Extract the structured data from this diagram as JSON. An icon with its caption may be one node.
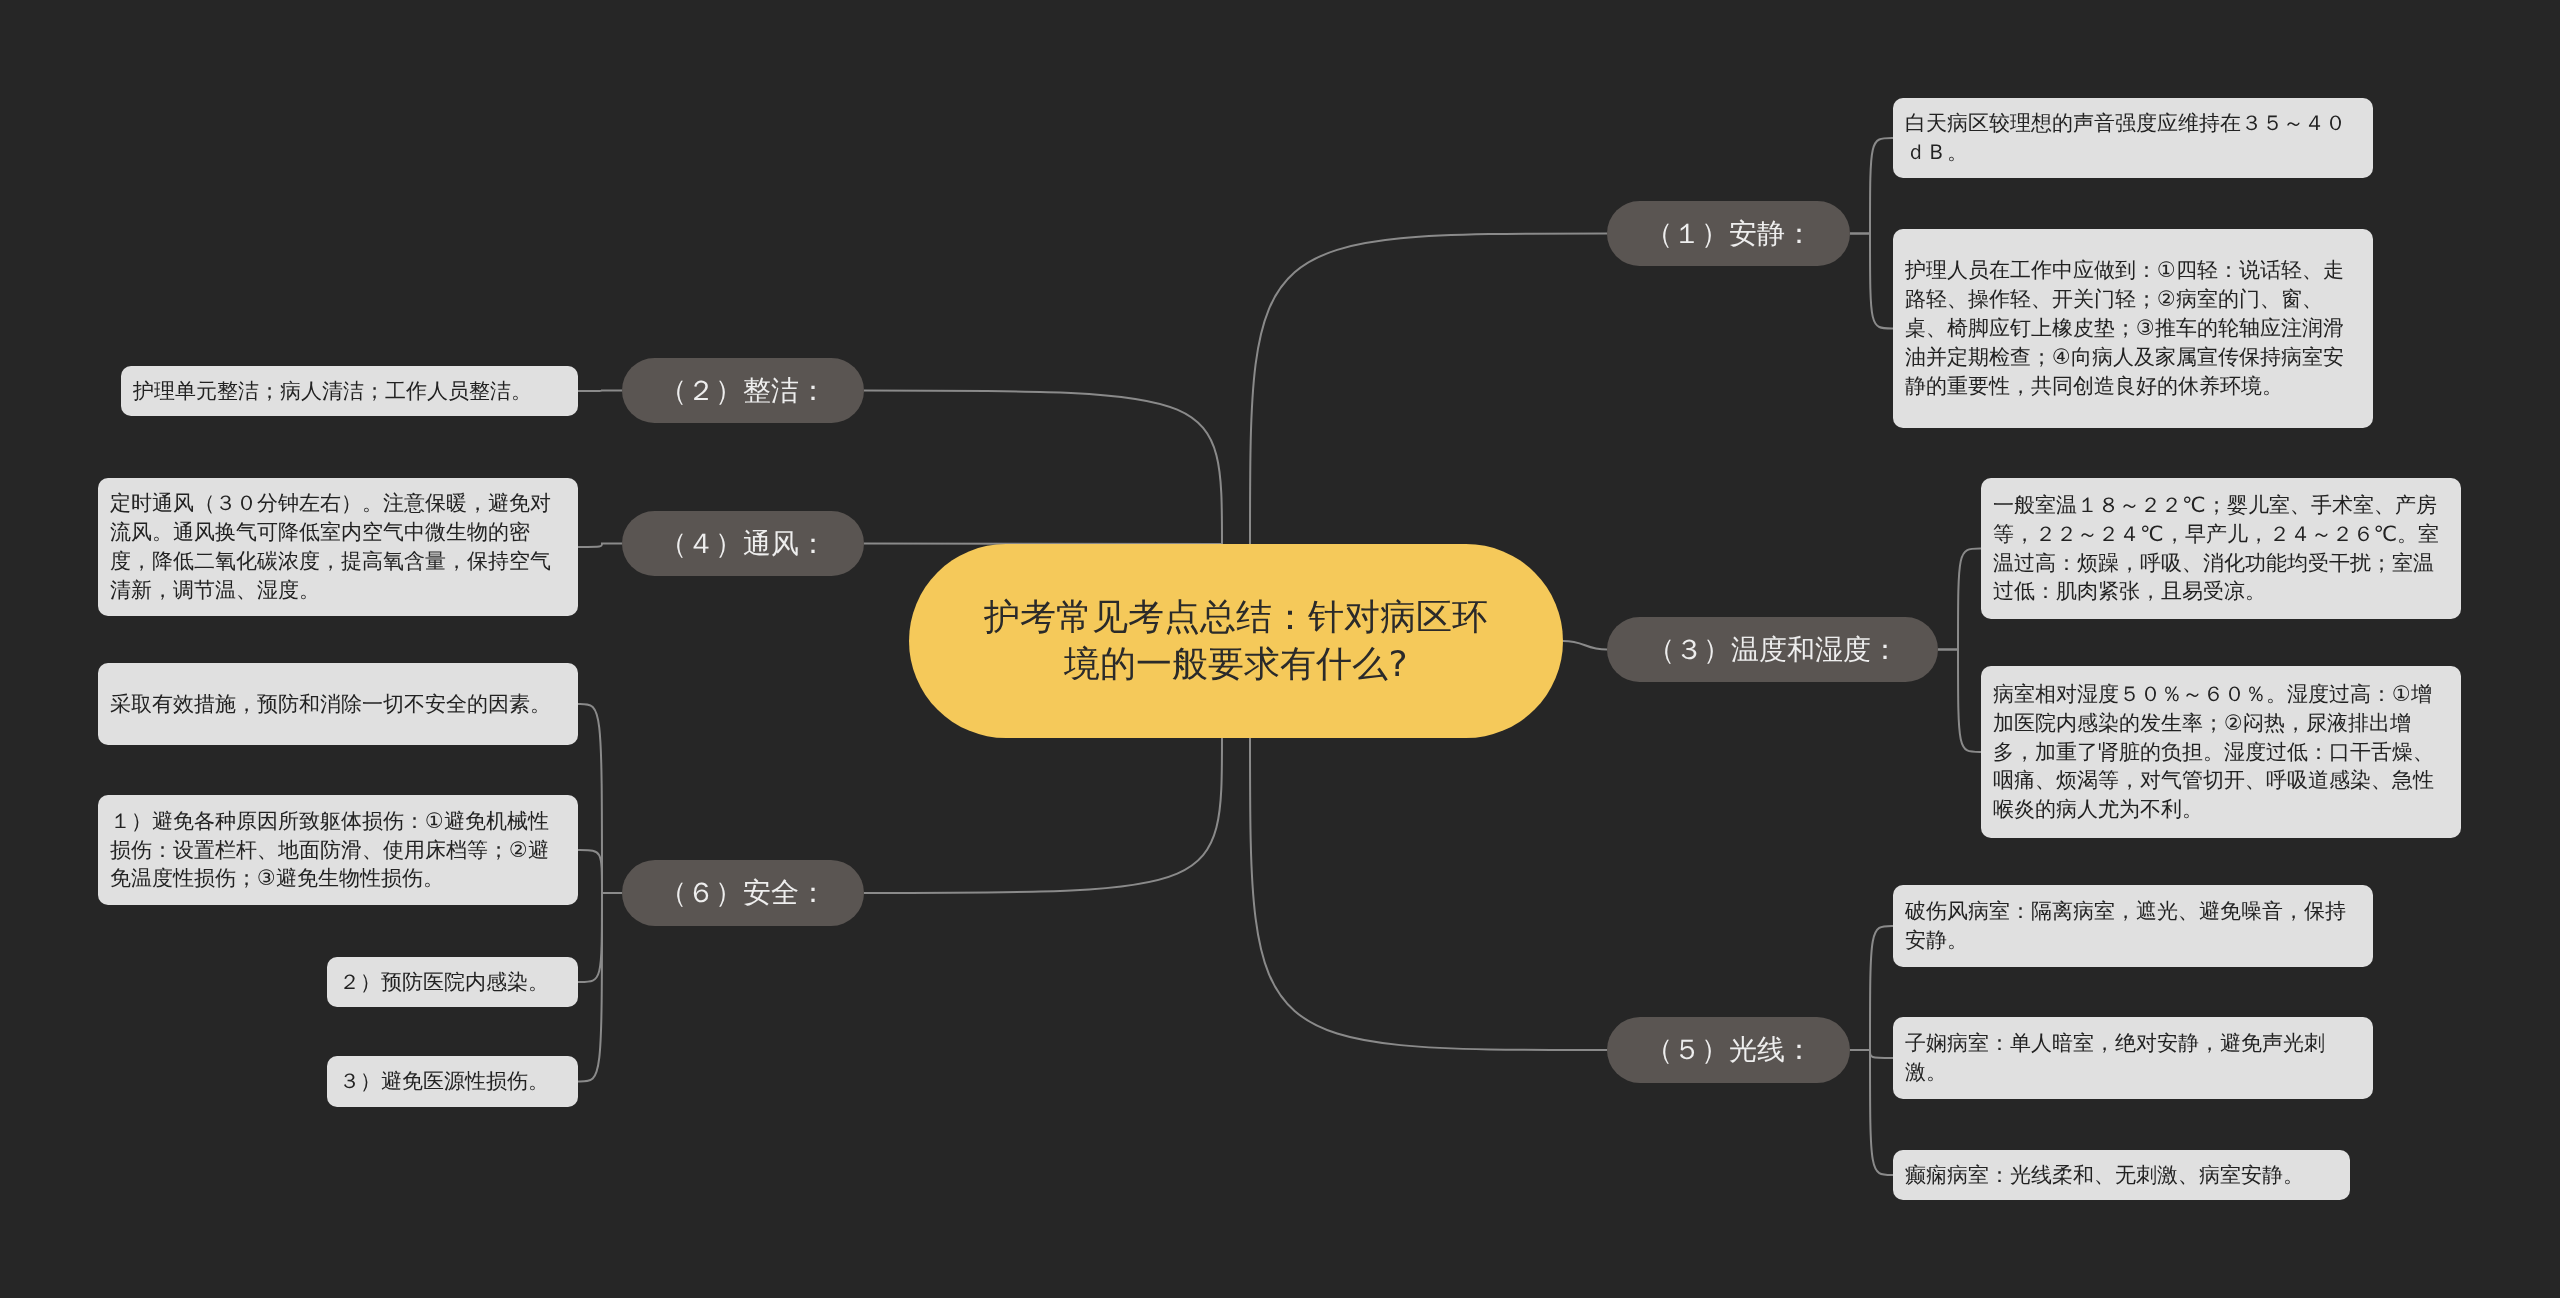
{
  "diagram": {
    "nodes": [
      {
        "text": [
          "护考常见考点总结：针对病区环境的一般要求有什么?"
        ]
      },
      {
        "text": [
          "（１）安静："
        ]
      },
      {
        "text": [
          "白天病区较理想的声音强度应维持在３５～４０ｄＢ。"
        ]
      },
      {
        "text": [
          "护理人员在工作中应做到：①四轻：说话轻、走路轻、操作轻、开关门轻；②病室的门、窗、桌、椅脚应钉上橡皮垫；③推车的轮轴应注润滑油并定期检查；④向病人及家属宣传保持病室安静的重要性，共同创造良好的休养环境。"
        ]
      },
      {
        "text": [
          "（２）整洁："
        ]
      },
      {
        "text": [
          "护理单元整洁；病人清洁；工作人员整洁。"
        ]
      },
      {
        "text": [
          "（３）温度和湿度："
        ]
      },
      {
        "text": [
          "一般室温１８～２２℃；婴儿室、手术室、产房等，２２～２４℃，早产儿，２４～２６℃。室温过高：烦躁，呼吸、消化功能均受干扰；室温过低：肌肉紧张，且易受凉。"
        ]
      },
      {
        "text": [
          "病室相对湿度５０％～６０％。湿度过高：①增加医院内感染的发生率；②闷热，尿液排出增多，加重了肾脏的负担。湿度过低：口干舌燥、咽痛、烦渴等，对气管切开、呼吸道感染、急性喉炎的病人尤为不利。"
        ]
      },
      {
        "text": [
          "（４）通风："
        ]
      },
      {
        "text": [
          "定时通风（３０分钟左右）。注意保暖，避免对流风。通风换气可降低室内空气中微生物的密度，降低二氧化碳浓度，提高氧含量，保持空气清新，调节温、湿度。"
        ]
      },
      {
        "text": [
          "（５）光线："
        ]
      },
      {
        "text": [
          "破伤风病室：隔离病室，遮光、避免噪音，保持安静。"
        ]
      },
      {
        "text": [
          "子娴病室：单人暗室，绝对安静，避免声光刺激。"
        ]
      },
      {
        "text": [
          "癫痫病室：光线柔和、无刺激、病室安静。"
        ]
      },
      {
        "text": [
          "（６）安全："
        ]
      },
      {
        "text": [
          "采取有效措施，预防和消除一切不安全的因素。"
        ]
      },
      {
        "text": [
          "１）避免各种原因所致躯体损伤：①避免机械性损伤：设置栏杆、地面防滑、使用床档等；②避免温度性损伤；③避免生物性损伤。"
        ]
      },
      {
        "text": [
          "２）预防医院内感染。"
        ]
      },
      {
        "text": [
          "３）避免医源性损伤。"
        ]
      }
    ],
    "edges": [
      {
        "from": 0,
        "to": 1,
        "arrow": "none"
      },
      {
        "from": 1,
        "to": 2,
        "arrow": "none"
      },
      {
        "from": 1,
        "to": 3,
        "arrow": "none"
      },
      {
        "from": 0,
        "to": 4,
        "arrow": "none"
      },
      {
        "from": 4,
        "to": 5,
        "arrow": "none"
      },
      {
        "from": 0,
        "to": 6,
        "arrow": "none"
      },
      {
        "from": 6,
        "to": 7,
        "arrow": "none"
      },
      {
        "from": 6,
        "to": 8,
        "arrow": "none"
      },
      {
        "from": 0,
        "to": 9,
        "arrow": "none"
      },
      {
        "from": 9,
        "to": 10,
        "arrow": "none"
      },
      {
        "from": 0,
        "to": 11,
        "arrow": "none"
      },
      {
        "from": 11,
        "to": 12,
        "arrow": "none"
      },
      {
        "from": 11,
        "to": 13,
        "arrow": "none"
      },
      {
        "from": 11,
        "to": 14,
        "arrow": "none"
      },
      {
        "from": 0,
        "to": 15,
        "arrow": "none"
      },
      {
        "from": 15,
        "to": 16,
        "arrow": "none"
      },
      {
        "from": 15,
        "to": 17,
        "arrow": "none"
      },
      {
        "from": 15,
        "to": 18,
        "arrow": "none"
      },
      {
        "from": 15,
        "to": 19,
        "arrow": "none"
      }
    ]
  }
}
